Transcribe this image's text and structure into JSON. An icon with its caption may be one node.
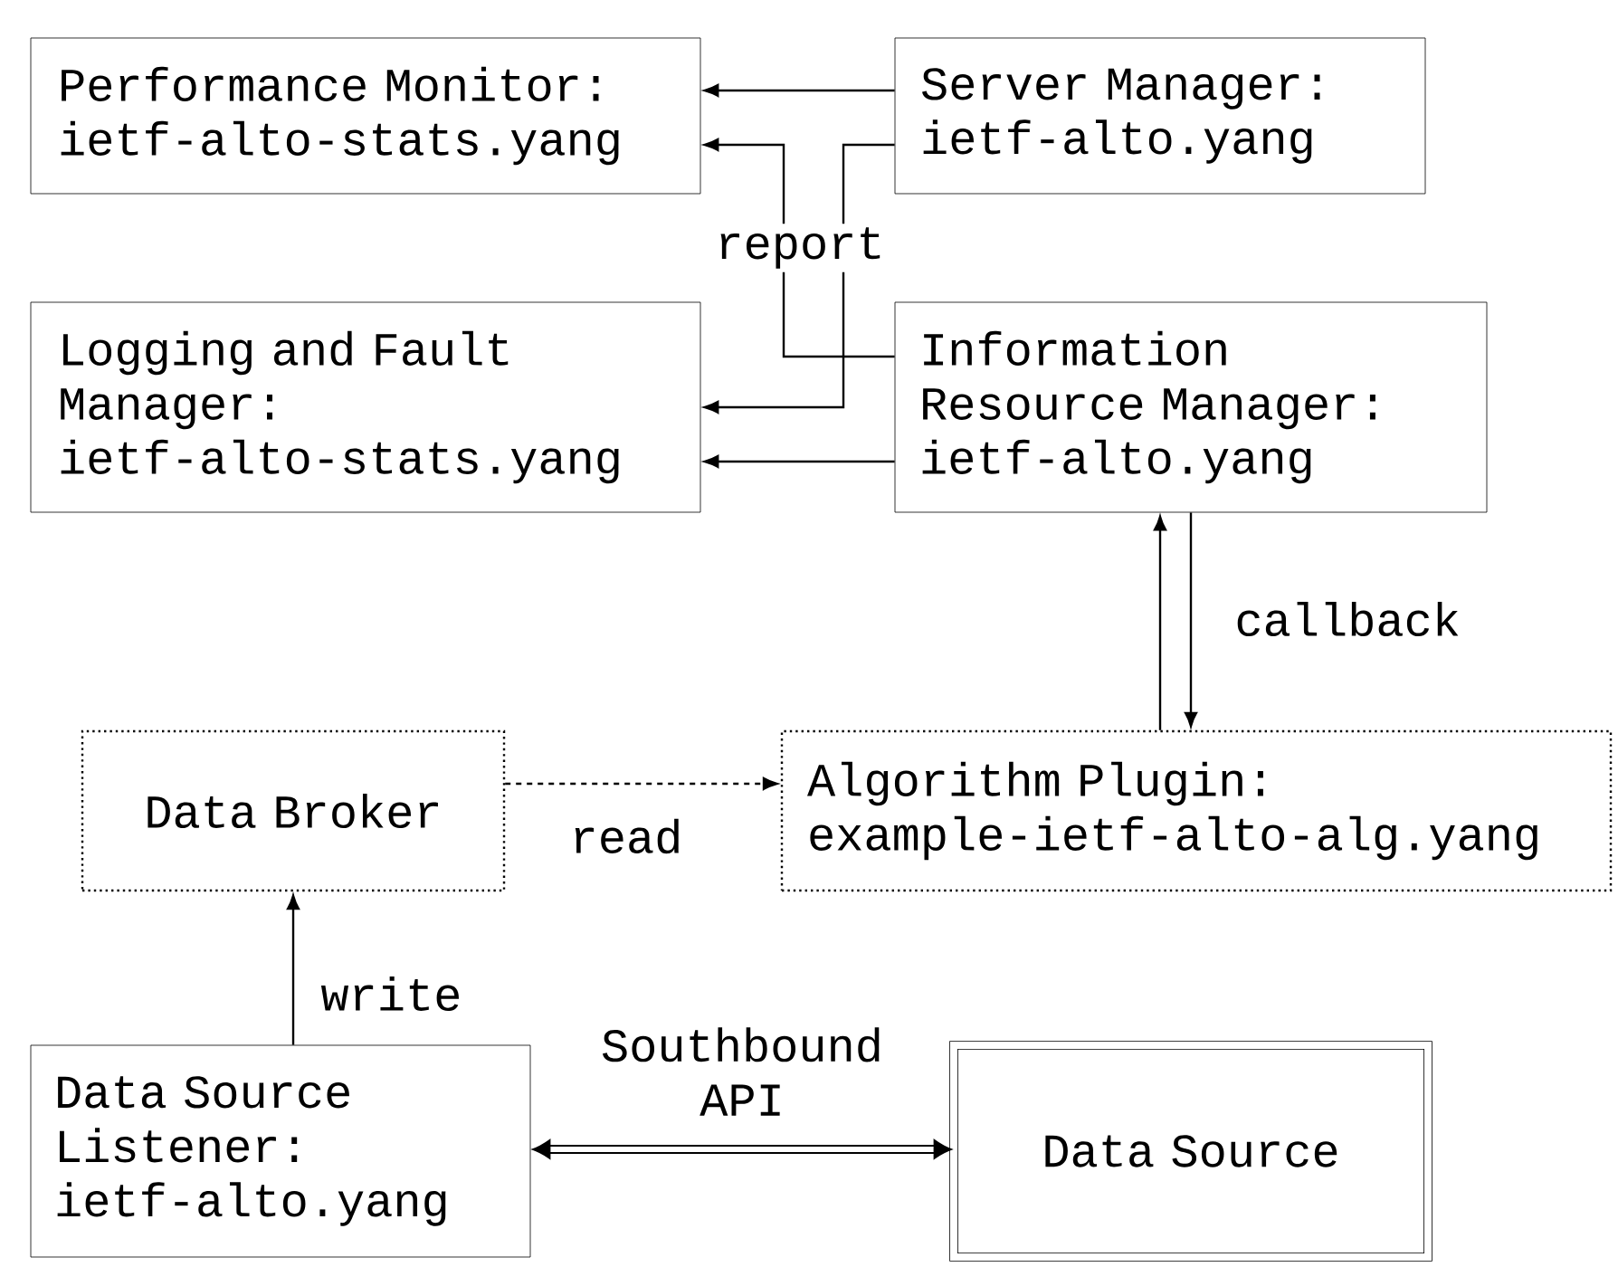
{
  "diagram": {
    "nodes": [
      {
        "text": [
          "Performance Monitor:",
          "ietf-alto-stats.yang"
        ]
      },
      {
        "text": [
          "Server Manager:",
          "ietf-alto.yang"
        ]
      },
      {
        "text": [
          "Logging and Fault Manager:",
          "ietf-alto-stats.yang"
        ]
      },
      {
        "text": [
          "Information Resource Manager:",
          "ietf-alto.yang"
        ]
      },
      {
        "text": [
          "Data Broker"
        ]
      },
      {
        "text": [
          "Algorithm Plugin:",
          "example-ietf-alto-alg.yang"
        ]
      },
      {
        "text": [
          "Data Source Listener:",
          "ietf-alto.yang"
        ]
      },
      {
        "text": [
          "Data Source"
        ]
      }
    ],
    "edges": [
      {
        "from": 1,
        "to": 0,
        "arrow": "to"
      },
      {
        "from": 3,
        "to": 0,
        "arrow": "to"
      },
      {
        "from": 1,
        "to": 2,
        "arrow": "to"
      },
      {
        "from": 3,
        "to": 2,
        "arrow": "to"
      },
      {
        "from": 5,
        "to": 3,
        "arrow": "to"
      },
      {
        "from": 3,
        "to": 5,
        "arrow": "to",
        "label": "callback"
      },
      {
        "from": 4,
        "to": 5,
        "arrow": "to",
        "label": "read",
        "style": "dashed"
      },
      {
        "from": 6,
        "to": 4,
        "arrow": "to",
        "label": "write"
      },
      {
        "from": 6,
        "to": 7,
        "arrow": "both",
        "label": "Southbound API",
        "style": "thick"
      }
    ],
    "labels": [
      "report"
    ]
  }
}
